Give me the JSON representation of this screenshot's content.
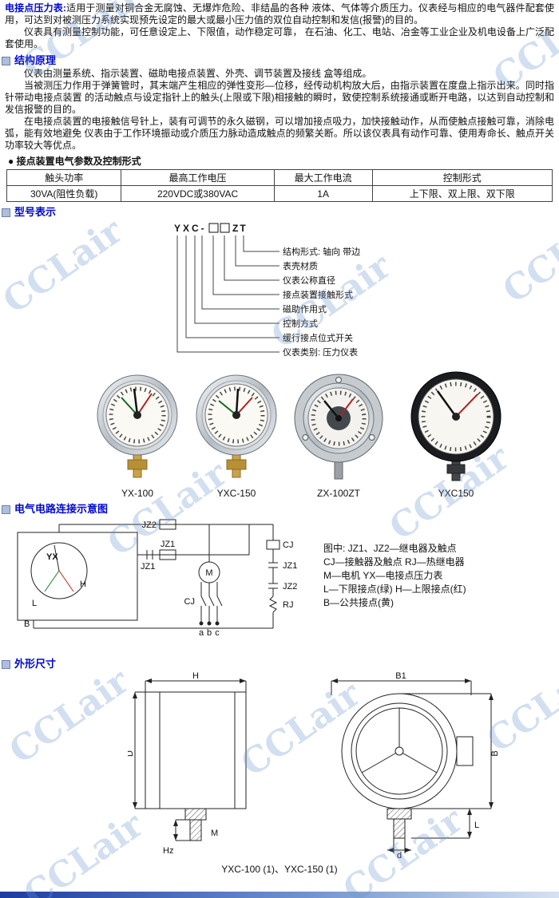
{
  "watermark": {
    "text": "CCLair"
  },
  "intro": {
    "title": "电接点压力表:",
    "p1": "适用于测量对铜合金无腐蚀、无爆炸危险、非结晶的各种 液体、气体等介质压力。仪表经与相应的电气器件配套使用，可达到对被测压力系统实现预先设定的最大或最小压力值的双位自动控制和发信(报警)的目的。",
    "p2": "仪表具有测量控制功能，可任意设定上、下限值，动作稳定可靠， 在石油、化工、电站、冶金等工业企业及机电设备上广泛配套使用。"
  },
  "structure": {
    "title": "结构原理",
    "p1": "仪表由测量系统、指示装置、磁助电接点装置、外壳、调节装置及接线 盒等组成。",
    "p2": "当被测压力作用于弹簧管时，其末端产生相应的弹性变形—位移，经传动机构放大后，由指示装置在度盘上指示出来。同时指针带动电接点装置 的活动触点与设定指针上的触头(上限或下限)相接触的瞬时，致使控制系统接通或断开电路，以达到自动控制和发信报警的目的。",
    "p3": "在电接点装置的电接触信号针上，装有可调节的永久磁钢，可以增加接点吸力，加快接触动作，从而使触点接触可靠，消除电弧，能有效地避免 仪表由于工作环境振动或介质压力脉动造成触点的频繁关断。所以该仪表具有动作可靠、使用寿命长、触点开关功率较大等优点。",
    "bullet_title": "接点装置电气参数及控制形式"
  },
  "table": {
    "headers": [
      "触头功率",
      "最高工作电压",
      "最大工作电流",
      "控制形式"
    ],
    "row": [
      "30VA(阻性负载)",
      "220VDC或380VAC",
      "1A",
      "上下限、双上限、双下限"
    ]
  },
  "model": {
    "title": "型号表示",
    "code_left": "YXC-",
    "code_right": "ZT",
    "labels": [
      "结构形式: 轴向 带边",
      "表壳材质",
      "仪表公称直径",
      "接点装置接触形式",
      "磁助作用式",
      "控制方式",
      "缓行接点位式开关",
      "仪表类别: 压力仪表"
    ]
  },
  "products": {
    "captions": [
      "YX-100",
      "YXC-150",
      "ZX-100ZT",
      "YXC150"
    ]
  },
  "circuit": {
    "title": "电气电路连接示意图",
    "labels": {
      "yx": "YX",
      "l": "L",
      "h": "H",
      "b": "B",
      "jz1": "JZ1",
      "jz2": "JZ2",
      "m": "M",
      "cj": "CJ",
      "rj": "RJ",
      "a": "a",
      "b2": "b",
      "c": "c"
    },
    "legend": [
      "图中: JZ1、JZ2—继电器及触点",
      "CJ—接触器及触点    RJ—热继电器",
      "M—电机    YX—电接点压力表",
      "L—下限接点(绿)    H—上限接点(红)",
      "B—公共接点(黄)"
    ]
  },
  "dims": {
    "title": "外形尺寸",
    "labels": {
      "h": "H",
      "dcap": "D",
      "b1": "B1",
      "b": "B",
      "l": "L",
      "d": "d",
      "m": "M",
      "hz": "Hz"
    },
    "caption": "YXC-100 (1)、YXC-150 (1)"
  }
}
